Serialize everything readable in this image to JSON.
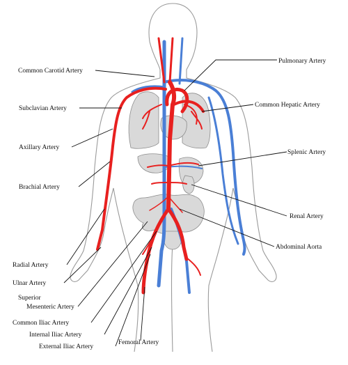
{
  "labels": {
    "common_carotid": "Common Carotid Artery",
    "subclavian": "Subclavian  Artery",
    "axillary": "Axillary  Artery",
    "brachial": "Brachial  Artery",
    "radial": "Radial  Artery",
    "ulnar": "Ulnar  Artery",
    "superior_mesenteric_1": "Superior",
    "superior_mesenteric_2": "Mesenteric  Artery",
    "common_iliac": "Common  Iliac Artery",
    "internal_iliac": "Internal  Iliac Artery",
    "external_iliac": "External  Iliac Artery",
    "femoral": "Femoral Artery",
    "pulmonary": "Pulmonary Artery",
    "common_hepatic": "Common Hepatic Artery",
    "splenic": "Splenic Artery",
    "renal": "Renal    Artery",
    "abdominal_aorta": "Abdominal   Aorta"
  },
  "colors": {
    "artery": "#e8201f",
    "vein": "#4a7fd6",
    "organ": "#d9d9d9",
    "outline": "#9a9a9a"
  }
}
